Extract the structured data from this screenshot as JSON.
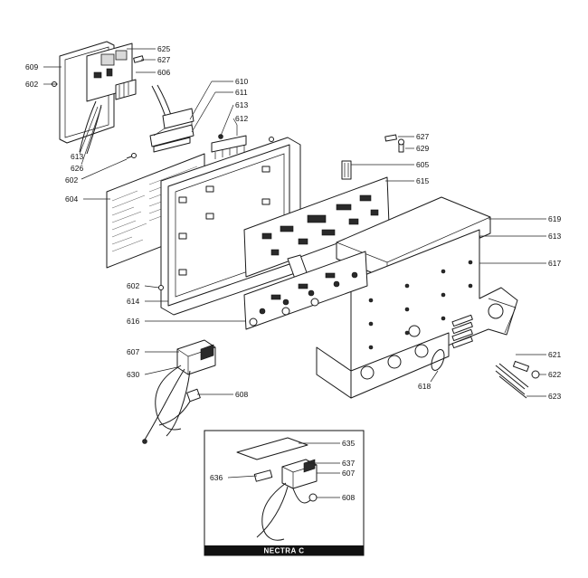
{
  "labels": {
    "l609": "609",
    "l602a": "602",
    "l625": "625",
    "l627a": "627",
    "l606": "606",
    "l610": "610",
    "l611": "611",
    "l613a": "613",
    "l612": "612",
    "l613b": "613",
    "l626": "626",
    "l602b": "602",
    "l604": "604",
    "l627b": "627",
    "l629": "629",
    "l605": "605",
    "l615": "615",
    "l619": "619",
    "l613c": "613",
    "l617": "617",
    "l602c": "602",
    "l614": "614",
    "l616": "616",
    "l607a": "607",
    "l630": "630",
    "l608a": "608",
    "l618": "618",
    "l621": "621",
    "l622": "622",
    "l623": "623",
    "l635": "635",
    "l637": "637",
    "l636": "636",
    "l607b": "607",
    "l608b": "608"
  },
  "inset": {
    "banner": "NECTRA C"
  }
}
